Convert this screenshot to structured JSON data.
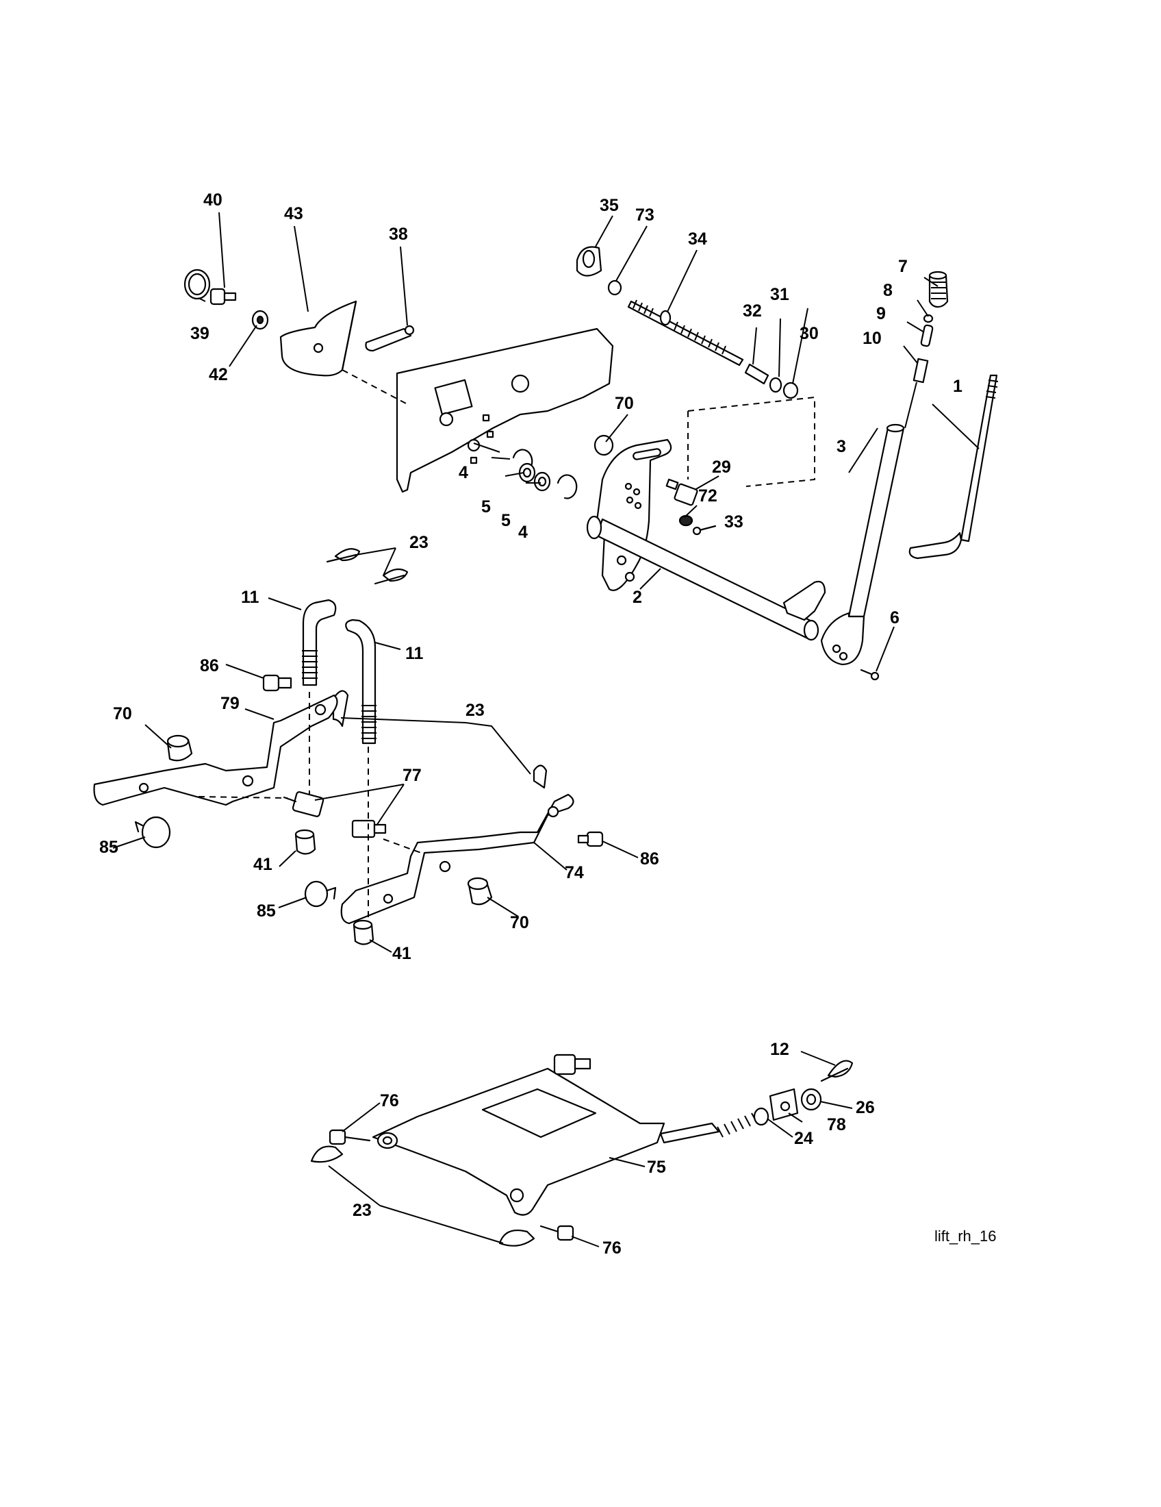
{
  "diagram": {
    "reference_id": "lift_rh_16",
    "callouts": {
      "c1": "1",
      "c2": "2",
      "c3": "3",
      "c4a": "4",
      "c4b": "4",
      "c5a": "5",
      "c5b": "5",
      "c6": "6",
      "c7": "7",
      "c8": "8",
      "c9": "9",
      "c10": "10",
      "c11a": "11",
      "c11b": "11",
      "c12": "12",
      "c23a": "23",
      "c23b": "23",
      "c23c": "23",
      "c24": "24",
      "c26": "26",
      "c29": "29",
      "c30": "30",
      "c31": "31",
      "c32": "32",
      "c33": "33",
      "c34": "34",
      "c35": "35",
      "c38": "38",
      "c39": "39",
      "c40": "40",
      "c41a": "41",
      "c41b": "41",
      "c42": "42",
      "c43": "43",
      "c70a": "70",
      "c70b": "70",
      "c70c": "70",
      "c72": "72",
      "c73": "73",
      "c74": "74",
      "c75": "75",
      "c76a": "76",
      "c76b": "76",
      "c77": "77",
      "c78": "78",
      "c79": "79",
      "c85a": "85",
      "c85b": "85",
      "c86a": "86",
      "c86b": "86"
    }
  }
}
